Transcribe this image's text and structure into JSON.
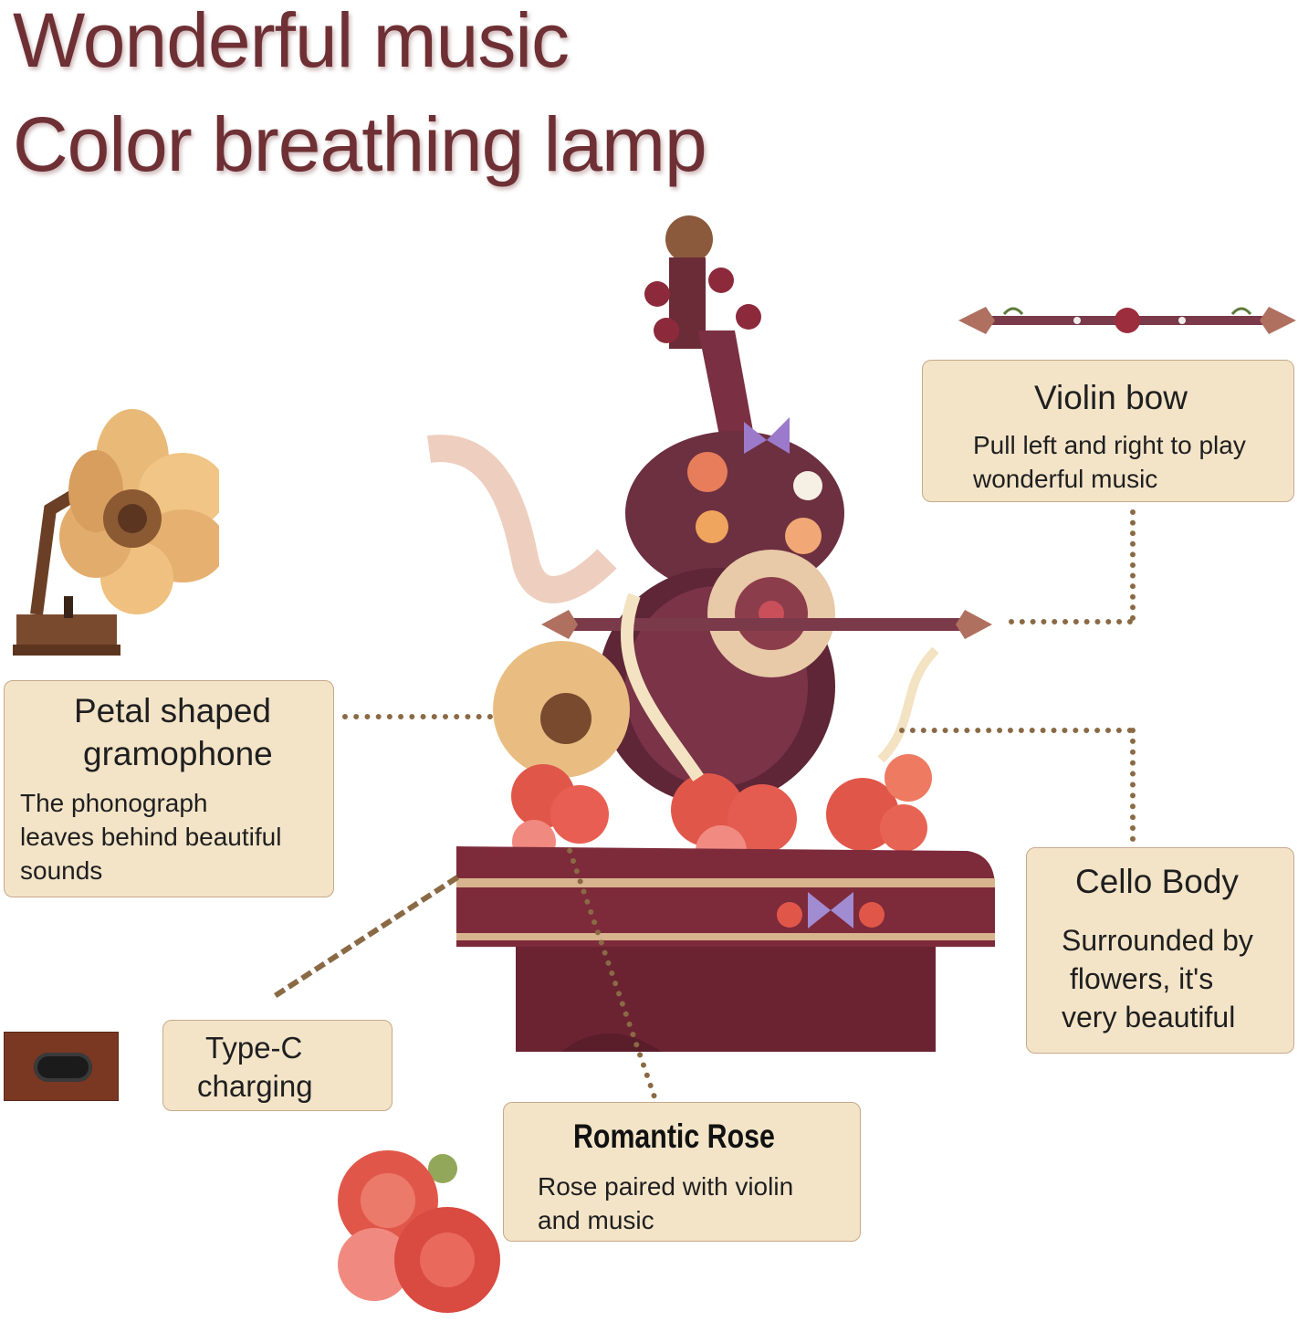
{
  "title": {
    "line1": "Wonderful music",
    "line2": "Color breathing lamp"
  },
  "callouts": {
    "violin_bow": {
      "heading": "Violin bow",
      "desc_line1": "Pull left and right to play",
      "desc_line2": "wonderful music"
    },
    "gramophone": {
      "heading_line1": "Petal shaped",
      "heading_line2": "gramophone",
      "desc_line1": "The phonograph",
      "desc_line2": "leaves behind beautiful",
      "desc_line3": "sounds"
    },
    "cello_body": {
      "heading": "Cello Body",
      "desc_line1": "Surrounded by",
      "desc_line2": "flowers, it's",
      "desc_line3": "very beautiful"
    },
    "type_c": {
      "line1": "Type-C",
      "line2": "charging"
    },
    "rose": {
      "heading": "Romantic Rose",
      "desc_line1": "Rose paired with violin",
      "desc_line2": "and music"
    }
  },
  "colors": {
    "title": "#6e3034",
    "callout_bg": "#f3e4c8",
    "callout_border": "#c7a98a",
    "connector": "#8a6a45",
    "base_wood": "#7d2a3a",
    "rose": "#e0574a"
  }
}
